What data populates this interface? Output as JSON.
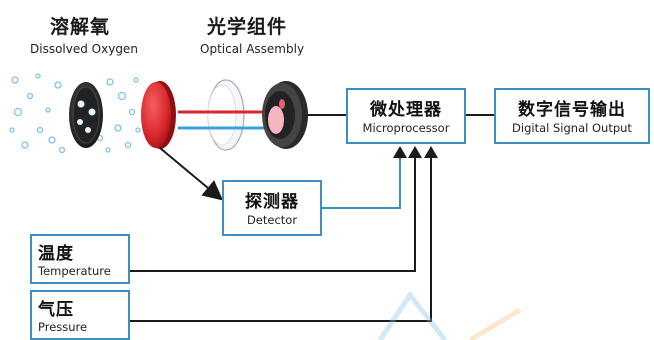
{
  "sections": {
    "dissolved_oxygen": {
      "cn": "溶解氧",
      "en": "Dissolved Oxygen"
    },
    "optical_assembly": {
      "cn": "光学组件",
      "en": "Optical Assembly"
    }
  },
  "boxes": {
    "microprocessor": {
      "cn": "微处理器",
      "en": "Microprocessor"
    },
    "digital_output": {
      "cn": "数字信号输出",
      "en": "Digital Signal Output"
    },
    "detector": {
      "cn": "探测器",
      "en": "Detector"
    },
    "temperature": {
      "cn": "温度",
      "en": "Temperature"
    },
    "pressure": {
      "cn": "气压",
      "en": "Pressure"
    }
  },
  "colors": {
    "box_border": "#3a8fc3",
    "connector": "#3a8fc3",
    "arrow": "#1a1a1a",
    "red_filter": "#d9262a",
    "blue_beam": "#3aa0e0",
    "red_beam": "#d9262a"
  },
  "icons": {
    "sensor_cap": "sensor-cap-icon",
    "red_filter": "red-filter-icon",
    "lens": "lens-icon",
    "led_photodiode": "led-photodiode-icon",
    "bubbles": "oxygen-bubbles-icon"
  }
}
